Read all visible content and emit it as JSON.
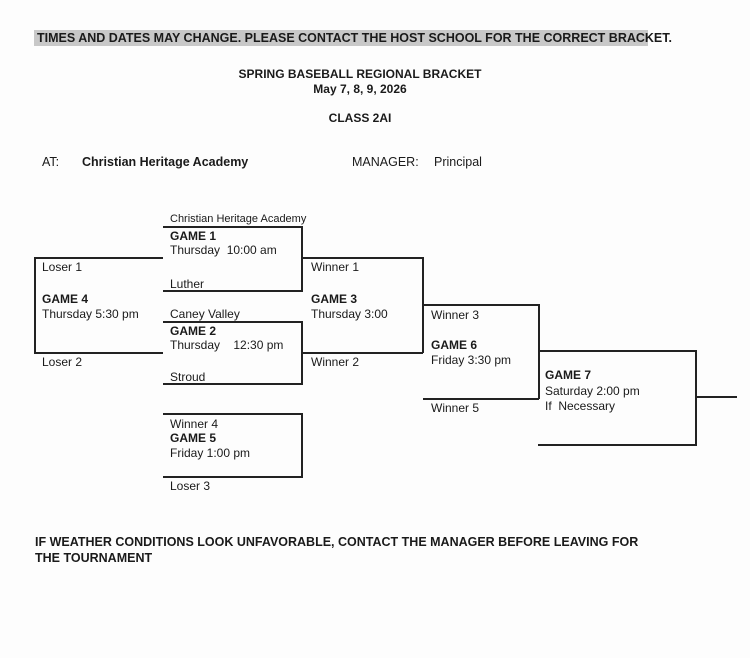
{
  "notice": "TIMES AND DATES MAY CHANGE. PLEASE CONTACT THE HOST SCHOOL FOR THE CORRECT BRACKET.",
  "title": "SPRING BASEBALL REGIONAL BRACKET",
  "dates": "May 7, 8, 9, 2026",
  "class": "CLASS 2AI",
  "at_label": "AT:",
  "host": "Christian Heritage Academy",
  "manager_label": "MANAGER:",
  "manager": "Principal",
  "games": {
    "g1": {
      "top_team": "Christian Heritage Academy",
      "name": "GAME 1",
      "time": "Thursday  10:00 am",
      "bottom_team": "Luther"
    },
    "g2": {
      "top_team": "Caney Valley",
      "name": "GAME 2",
      "time": "Thursday    12:30 pm",
      "bottom_team": "Stroud"
    },
    "g3": {
      "top_team": "Winner 1",
      "name": "GAME 3",
      "time": "Thursday 3:00",
      "bottom_team": "Winner 2"
    },
    "g4": {
      "top_team": "Loser 1",
      "name": "GAME 4",
      "time": "Thursday 5:30 pm",
      "bottom_team": "Loser 2"
    },
    "g5": {
      "top_team": "Winner 4",
      "name": "GAME 5",
      "time": "Friday 1:00 pm",
      "bottom_team": "Loser 3"
    },
    "g6": {
      "top_team": "Winner 3",
      "name": "GAME 6",
      "time": "Friday 3:30 pm",
      "bottom_team": "Winner 5"
    },
    "g7": {
      "name": "GAME 7",
      "time": "Saturday 2:00 pm",
      "note": "If  Necessary"
    }
  },
  "footer": "IF WEATHER CONDITIONS LOOK UNFAVORABLE, CONTACT THE MANAGER BEFORE LEAVING FOR THE TOURNAMENT"
}
